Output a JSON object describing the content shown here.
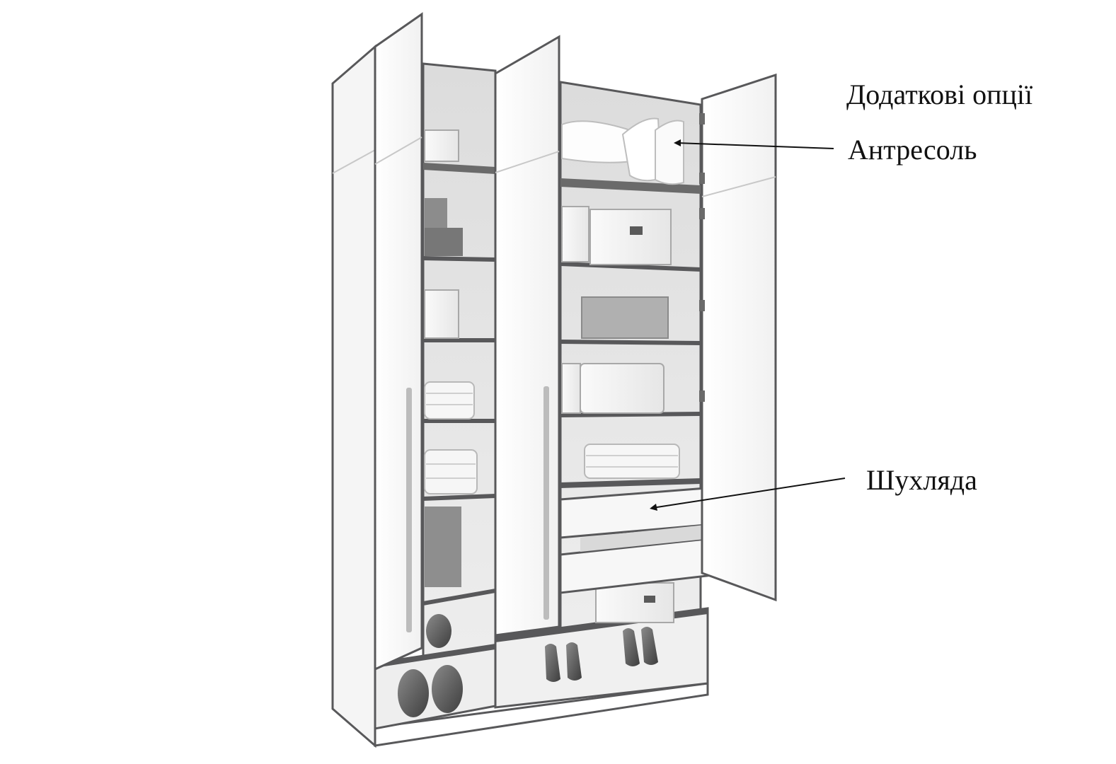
{
  "image": {
    "subject": "wardrobe-with-open-doors",
    "colors": {
      "background": "#ffffff",
      "body": "#f3f3f3",
      "edge": "#58585a",
      "interior": "#e8e8e8",
      "text": "#111111",
      "leader": "#111111"
    }
  },
  "callouts": {
    "heading": "Додаткові опції",
    "items": [
      {
        "label": "Антресоль"
      },
      {
        "label": "Шухляда"
      }
    ]
  }
}
